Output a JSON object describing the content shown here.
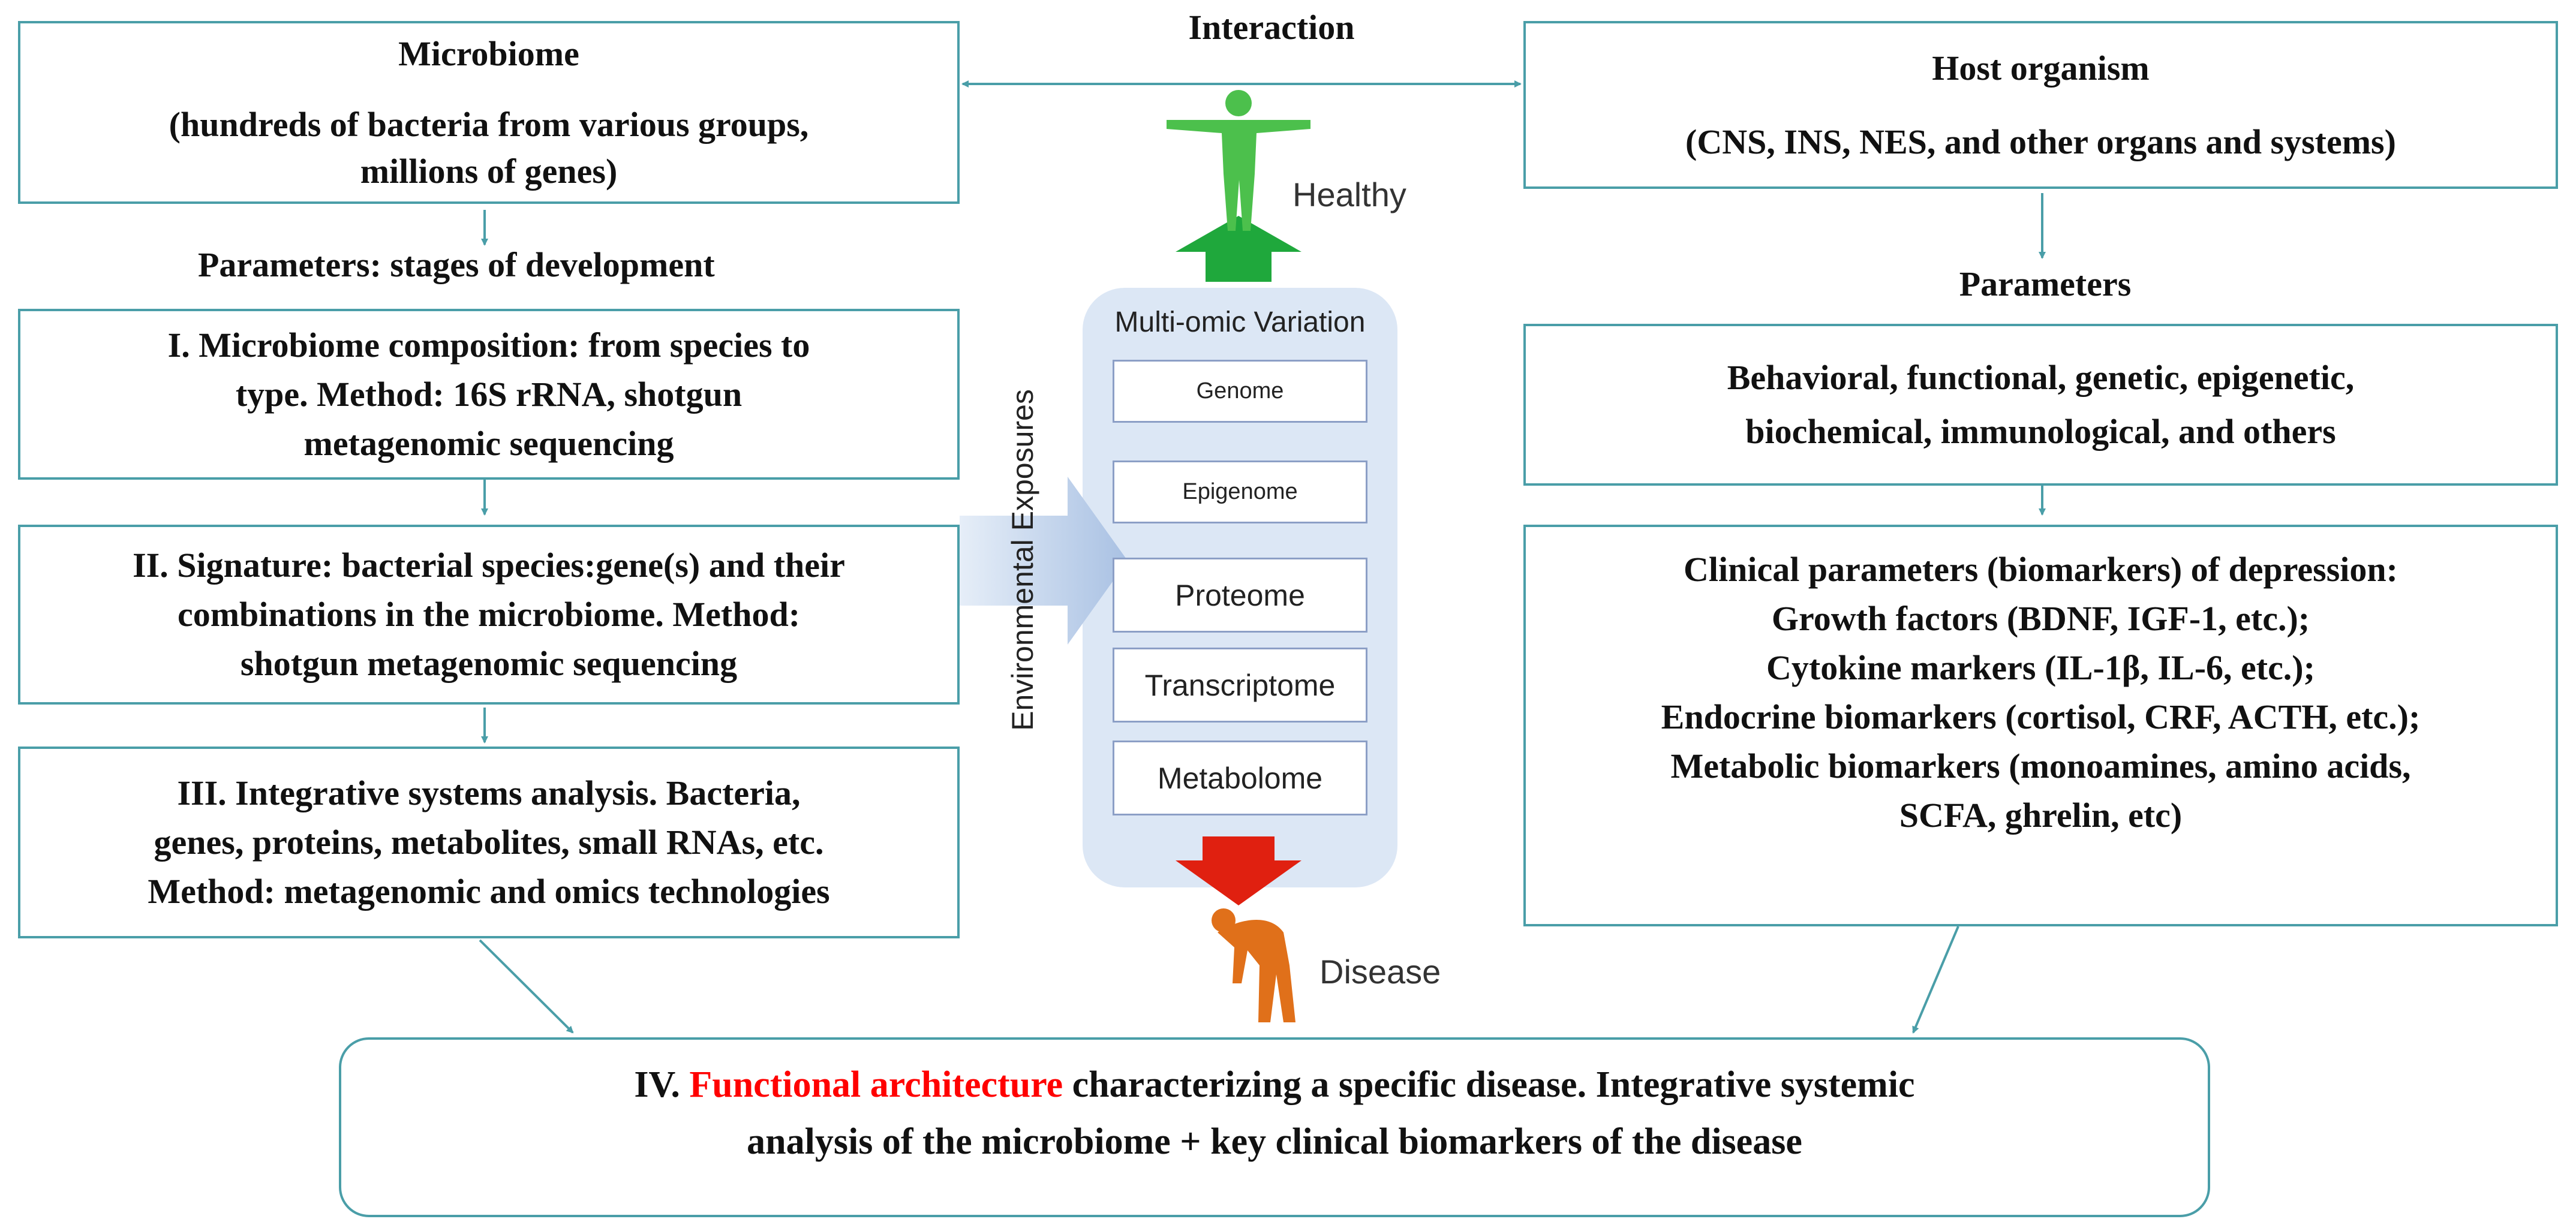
{
  "interaction": "Interaction",
  "microbiome": {
    "title": "Microbiome",
    "lines": [
      "(hundreds of bacteria from various groups,",
      "millions of genes)"
    ]
  },
  "host": {
    "title": "Host organism",
    "subtitle": "(CNS, INS, NES, and other organs and systems)"
  },
  "left_parameters": "Parameters: stages of development",
  "stage1": [
    "I. Microbiome composition: from species to",
    "type. Method: 16S rRNA, shotgun",
    "metagenomic sequencing"
  ],
  "stage2": [
    "II. Signature: bacterial species:gene(s) and their",
    "combinations in the microbiome. Method:",
    "shotgun metagenomic sequencing"
  ],
  "stage3": [
    "III. Integrative systems analysis. Bacteria,",
    "genes, proteins, metabolites, small RNAs, etc.",
    "Method: metagenomic and omics technologies"
  ],
  "right_parameters": "Parameters",
  "param_types": [
    "Behavioral, functional, genetic, epigenetic,",
    "biochemical, immunological, and others"
  ],
  "clinical": [
    "Clinical parameters (biomarkers) of depression:",
    "Growth factors (BDNF, IGF-1, etc.);",
    "Cytokine markers (IL-1β, IL-6, etc.);",
    "Endocrine biomarkers (cortisol, CRF, ACTH, etc.);",
    "Metabolic biomarkers (monoamines, amino acids,",
    "SCFA, ghrelin, etc)"
  ],
  "center": {
    "healthy": "Healthy",
    "disease": "Disease",
    "multiomic_title": "Multi-omic Variation",
    "environmental": "Environmental Exposures",
    "omics": [
      "Genome",
      "Epigenome",
      "Proteome",
      "Transcriptome",
      "Metabolome"
    ]
  },
  "bottom": {
    "prefix": "IV.",
    "highlight": "Functional architecture",
    "rest_line1": "characterizing a specific disease. Integrative systemic",
    "line2": "analysis of the microbiome + key clinical biomarkers of the disease"
  },
  "colors": {
    "box_border": "#4a9ea8",
    "highlight": "#ff0000",
    "healthy_arrow": "#1fa83c",
    "disease_arrow": "#e02010",
    "human_healthy": "#4cc04c",
    "human_disease": "#e0701a",
    "multiomic_bg": "#dce7f5",
    "exposure_arrow": "#b4c9e6"
  }
}
